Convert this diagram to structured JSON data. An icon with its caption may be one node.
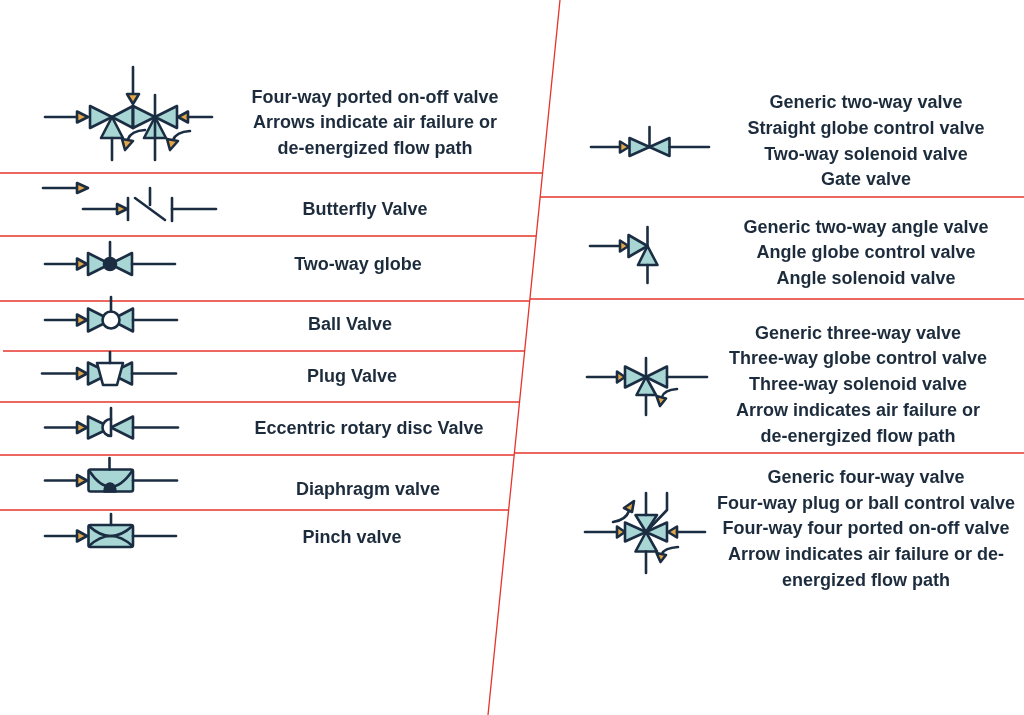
{
  "diagram": {
    "labels": [
      "Four-way ported on-off valve",
      "Arrows indicate air failure or de-energized flow path",
      "Butterfly Valve",
      "Two-way globe",
      "Ball Valve",
      "Plug Valve",
      "Eccentric rotary disc Valve",
      "Diaphragm valve",
      "Pinch valve",
      "Generic two-way valve",
      "Straight globe control valve",
      "Two-way solenoid valve",
      "Gate valve",
      "Generic two-way angle valve",
      "Angle globe control valve",
      "Angle solenoid valve",
      "Generic three-way valve",
      "Three-way globe control valve",
      "Three-way solenoid valve",
      "Arrow indicates air failure or de-energized flow path",
      "Generic four-way valve",
      "Four-way plug or ball control valve",
      "Four-way four ported on-off valve",
      "Arrow indicates air failure or de-energized flow path"
    ]
  }
}
